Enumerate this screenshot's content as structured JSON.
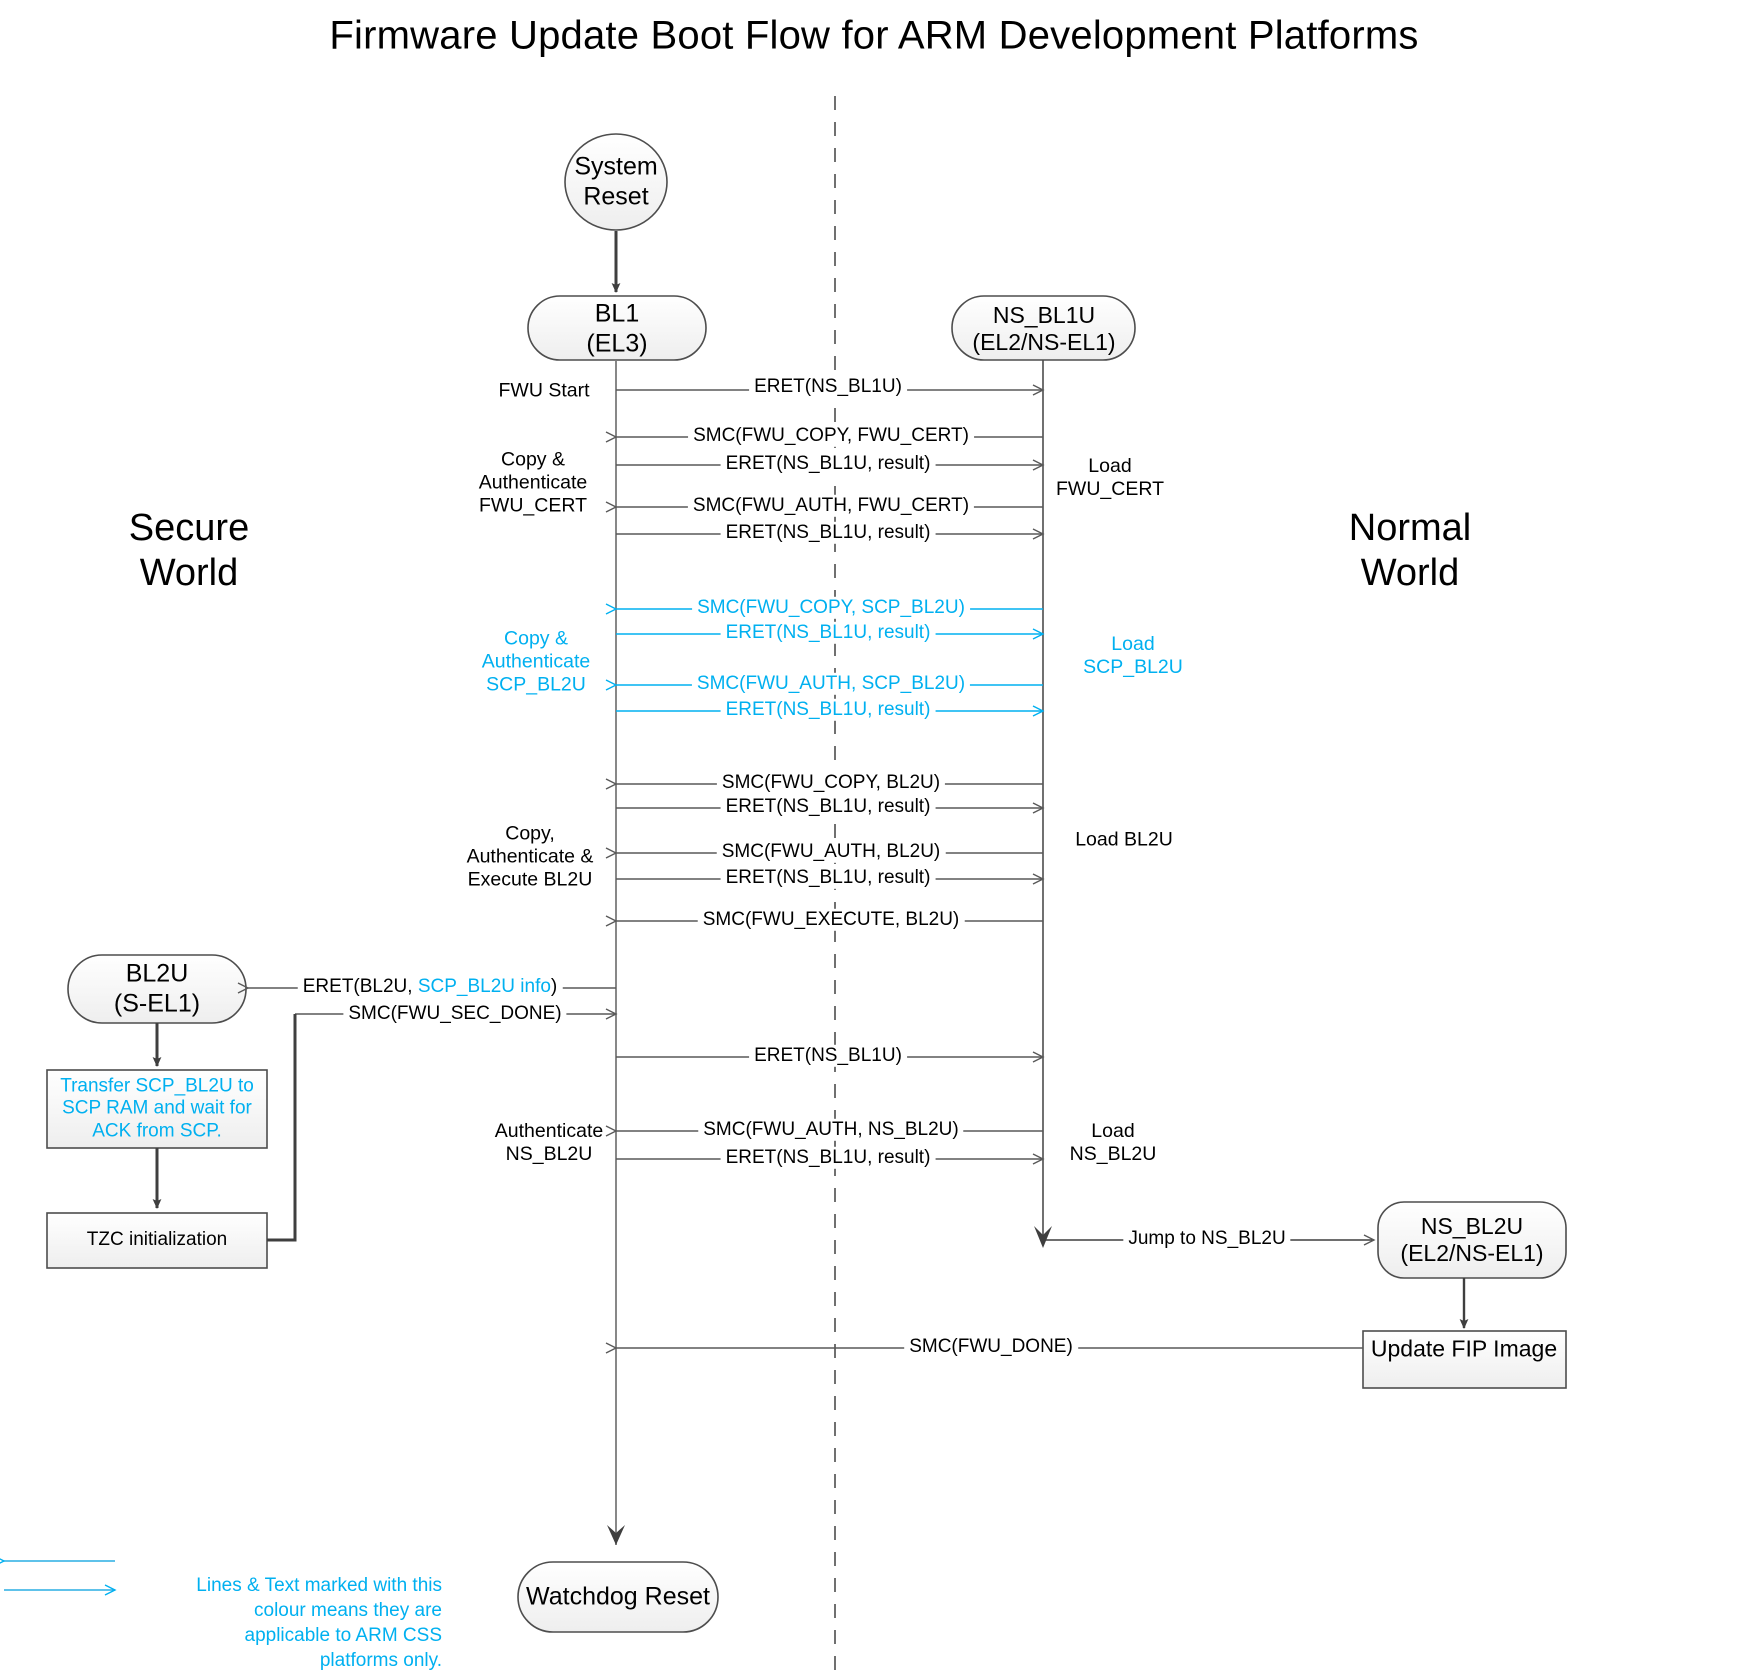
{
  "title": "Firmware Update Boot Flow for ARM Development Platforms",
  "colors": {
    "cyan": "#00b0f0",
    "line": "#3f3f3f",
    "msg_line": "#595959",
    "node_fill": "#f5f5f5",
    "node_stroke": "#4d4d4d"
  },
  "worlds": {
    "secure": "Secure\nWorld",
    "normal": "Normal\nWorld"
  },
  "nodes": {
    "system_reset": "System\nReset",
    "bl1": "BL1\n(EL3)",
    "ns_bl1u": "NS_BL1U\n(EL2/NS-EL1)",
    "bl2u": "BL2U\n(S-EL1)",
    "ns_bl2u": "NS_BL2U\n(EL2/NS-EL1)",
    "watchdog_reset": "Watchdog Reset"
  },
  "process_boxes": {
    "transfer_scp": "Transfer SCP_BL2U to SCP RAM and wait for ACK from SCP.",
    "tzc_init": "TZC initialization",
    "update_fip": "Update FIP Image"
  },
  "left_labels": [
    {
      "text": "FWU Start",
      "cyan": false
    },
    {
      "text": "Copy &\nAuthenticate\nFWU_CERT",
      "cyan": false
    },
    {
      "text": "Copy &\nAuthenticate\nSCP_BL2U",
      "cyan": true
    },
    {
      "text": "Copy,\nAuthenticate &\nExecute BL2U",
      "cyan": false
    },
    {
      "text": "Authenticate\nNS_BL2U",
      "cyan": false
    }
  ],
  "right_labels": [
    {
      "text": "Load\nFWU_CERT",
      "cyan": false
    },
    {
      "text": "Load\nSCP_BL2U",
      "cyan": true
    },
    {
      "text": "Load BL2U",
      "cyan": false
    },
    {
      "text": "Load\nNS_BL2U",
      "cyan": false
    }
  ],
  "messages": [
    {
      "text": "ERET(NS_BL1U)",
      "dir": "right",
      "cyan": false
    },
    {
      "text": "SMC(FWU_COPY, FWU_CERT)",
      "dir": "left",
      "cyan": false
    },
    {
      "text": "ERET(NS_BL1U, result)",
      "dir": "right",
      "cyan": false
    },
    {
      "text": "SMC(FWU_AUTH, FWU_CERT)",
      "dir": "left",
      "cyan": false
    },
    {
      "text": "ERET(NS_BL1U, result)",
      "dir": "right",
      "cyan": false
    },
    {
      "text": "SMC(FWU_COPY, SCP_BL2U)",
      "dir": "left",
      "cyan": true
    },
    {
      "text": "ERET(NS_BL1U, result)",
      "dir": "right",
      "cyan": true
    },
    {
      "text": "SMC(FWU_AUTH, SCP_BL2U)",
      "dir": "left",
      "cyan": true
    },
    {
      "text": "ERET(NS_BL1U, result)",
      "dir": "right",
      "cyan": true
    },
    {
      "text": "SMC(FWU_COPY, BL2U)",
      "dir": "left",
      "cyan": false
    },
    {
      "text": "ERET(NS_BL1U, result)",
      "dir": "right",
      "cyan": false
    },
    {
      "text": "SMC(FWU_AUTH, BL2U)",
      "dir": "left",
      "cyan": false
    },
    {
      "text": "ERET(NS_BL1U, result)",
      "dir": "right",
      "cyan": false
    },
    {
      "text": "SMC(FWU_EXECUTE, BL2U)",
      "dir": "left",
      "cyan": false
    },
    {
      "text": "ERET(NS_BL1U)",
      "dir": "right",
      "cyan": false
    },
    {
      "text": "SMC(FWU_AUTH, NS_BL2U)",
      "dir": "left",
      "cyan": false
    },
    {
      "text": "ERET(NS_BL1U, result)",
      "dir": "right",
      "cyan": false
    }
  ],
  "bl2u_messages": {
    "eret_bl2u_pre": "ERET(BL2U, ",
    "eret_bl2u_cyan": "SCP_BL2U info",
    "eret_bl2u_post": ")",
    "smc_sec_done": "SMC(FWU_SEC_DONE)"
  },
  "other_messages": {
    "jump_to_ns_bl2u": "Jump to NS_BL2U",
    "smc_fwu_done": "SMC(FWU_DONE)"
  },
  "legend": {
    "text": "Lines & Text marked with this colour means they are applicable to ARM CSS platforms only."
  }
}
